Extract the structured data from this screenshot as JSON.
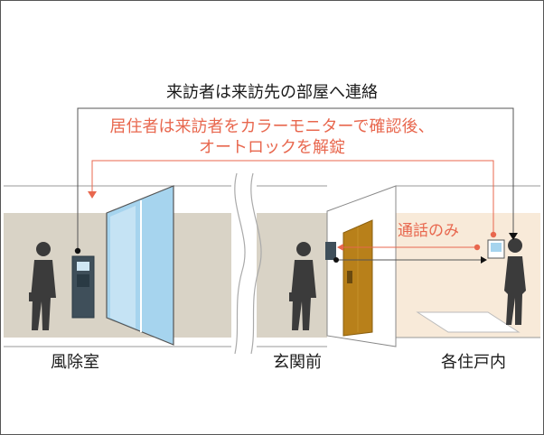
{
  "diagram": {
    "flow_top": "来訪者は来訪先の部屋へ連絡",
    "flow_red_line1": "居住者は来訪者をカラーモニターで確認後、",
    "flow_red_line2": "オートロックを解錠",
    "call_only": "通話のみ",
    "places": {
      "vestibule": "風除室",
      "entrance_front": "玄関前",
      "inside_unit": "各住戸内"
    },
    "colors": {
      "accent": "#e8674e",
      "wall": "#d9d3c6",
      "interior": "#f8ead9",
      "door": "#b8801a",
      "glass": "#a6d4ee",
      "panel": "#3f4f5a",
      "figure": "#3b3b3b"
    }
  }
}
